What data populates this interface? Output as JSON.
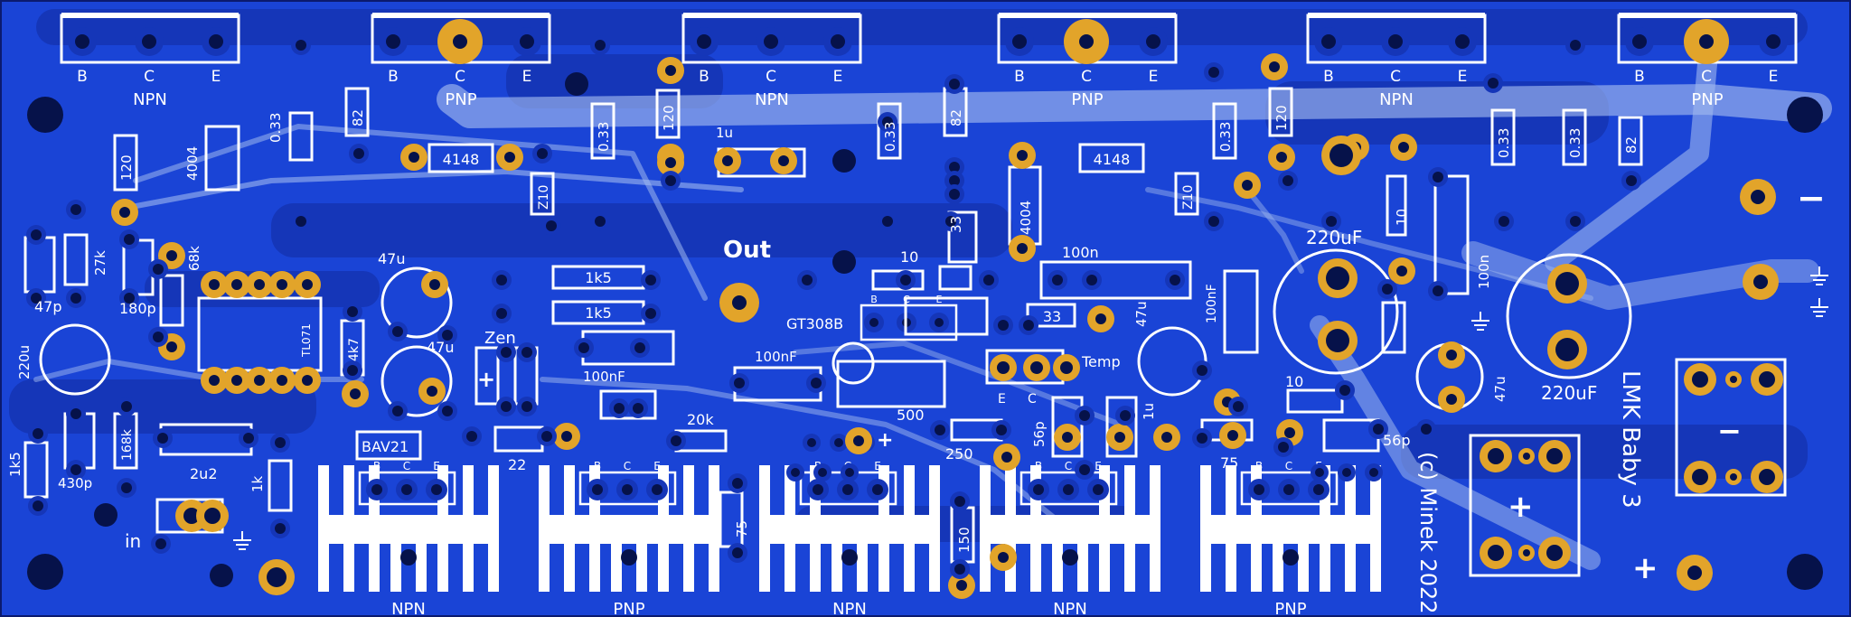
{
  "board": {
    "title": "LMK Baby 3",
    "copyright": "(c) Minek 2022",
    "colors": {
      "board": "#1a44d6",
      "copper": "#1536b8",
      "hole": "#06124a",
      "pad": "#e2a42a",
      "silk": "#ffffff",
      "trace": "#9fb8ee"
    }
  },
  "top_transistors": [
    {
      "type": "NPN",
      "pins": [
        "B",
        "C",
        "E"
      ]
    },
    {
      "type": "PNP",
      "pins": [
        "B",
        "C",
        "E"
      ]
    },
    {
      "type": "NPN",
      "pins": [
        "B",
        "C",
        "E"
      ]
    },
    {
      "type": "PNP",
      "pins": [
        "B",
        "C",
        "E"
      ]
    },
    {
      "type": "NPN",
      "pins": [
        "B",
        "C",
        "E"
      ]
    },
    {
      "type": "PNP",
      "pins": [
        "B",
        "C",
        "E"
      ]
    }
  ],
  "bottom_transistors": [
    {
      "type": "NPN",
      "pins": [
        "B",
        "C",
        "E"
      ]
    },
    {
      "type": "PNP",
      "pins": [
        "B",
        "C",
        "E"
      ]
    },
    {
      "type": "NPN",
      "pins": [
        "B",
        "C",
        "E"
      ]
    },
    {
      "type": "NPN",
      "pins": [
        "B",
        "C",
        "E"
      ]
    },
    {
      "type": "PNP",
      "pins": [
        "B",
        "C",
        "E"
      ]
    }
  ],
  "mid_transistors": [
    {
      "pins": [
        "B",
        "C",
        "E"
      ]
    },
    {
      "pins": [
        "B",
        "C",
        "E"
      ]
    },
    {
      "pins": [
        "B",
        "C",
        "E"
      ]
    }
  ],
  "component_labels": {
    "r_033_a": "0.33",
    "r_82_a": "82",
    "r_033_b": "0.33",
    "r_120_a": "120",
    "r_033_c": "0.33",
    "r_82_b": "82",
    "r_033_d": "0.33",
    "r_120_b": "120",
    "r_033_e": "0.33",
    "r_033_f": "0.33",
    "r_82_c": "82",
    "r_120_c": "120",
    "d_4004_a": "4004",
    "d_4004_b": "4004",
    "d_4148_a": "4148",
    "d_4148_b": "4148",
    "z_10_a": "Z10",
    "z_10_b": "Z10",
    "c_1u_a": "1u",
    "r_33_a": "33",
    "r_10_a": "10",
    "c_100n_a": "100n",
    "out": "Out",
    "c_220uf_a": "220uF",
    "c_220uf_b": "220uF",
    "r_10_b": "10",
    "c_100n_b": "100n",
    "c_47p": "47p",
    "r_27k": "27k",
    "c_180p": "180p",
    "r_68k": "68k",
    "ic": "TL071",
    "c_47u_a": "47u",
    "c_47u_b": "47u",
    "r_4k7": "4k7",
    "zen": "Zen",
    "r_1k5_a": "1k5",
    "r_1k5_b": "1k5",
    "c_100nf_a": "100nF",
    "c_100nf_b": "100nF",
    "gt": "GT308B",
    "r_33_b": "33",
    "c_47u_c": "47u",
    "c_100nf_c": "100nF",
    "temp": "Temp",
    "c_47u_d": "47u",
    "c_220u": "220u",
    "r_1k5_c": "1k5",
    "c_430p": "430p",
    "r_168k": "168k",
    "c_2u2": "2u2",
    "r_1k": "1k",
    "in": "in",
    "bav": "BAV21",
    "r_22": "22",
    "r_20k": "20k",
    "r_75_a": "75",
    "pot": "500",
    "r_250": "250",
    "r_150": "150",
    "c_56p_a": "56p",
    "c_1u_b": "1u",
    "r_10_c": "10",
    "r_75_b": "75",
    "c_56p_b": "56p",
    "pin_e": "E",
    "pin_c": "C",
    "plus": "+",
    "minus": "−"
  }
}
